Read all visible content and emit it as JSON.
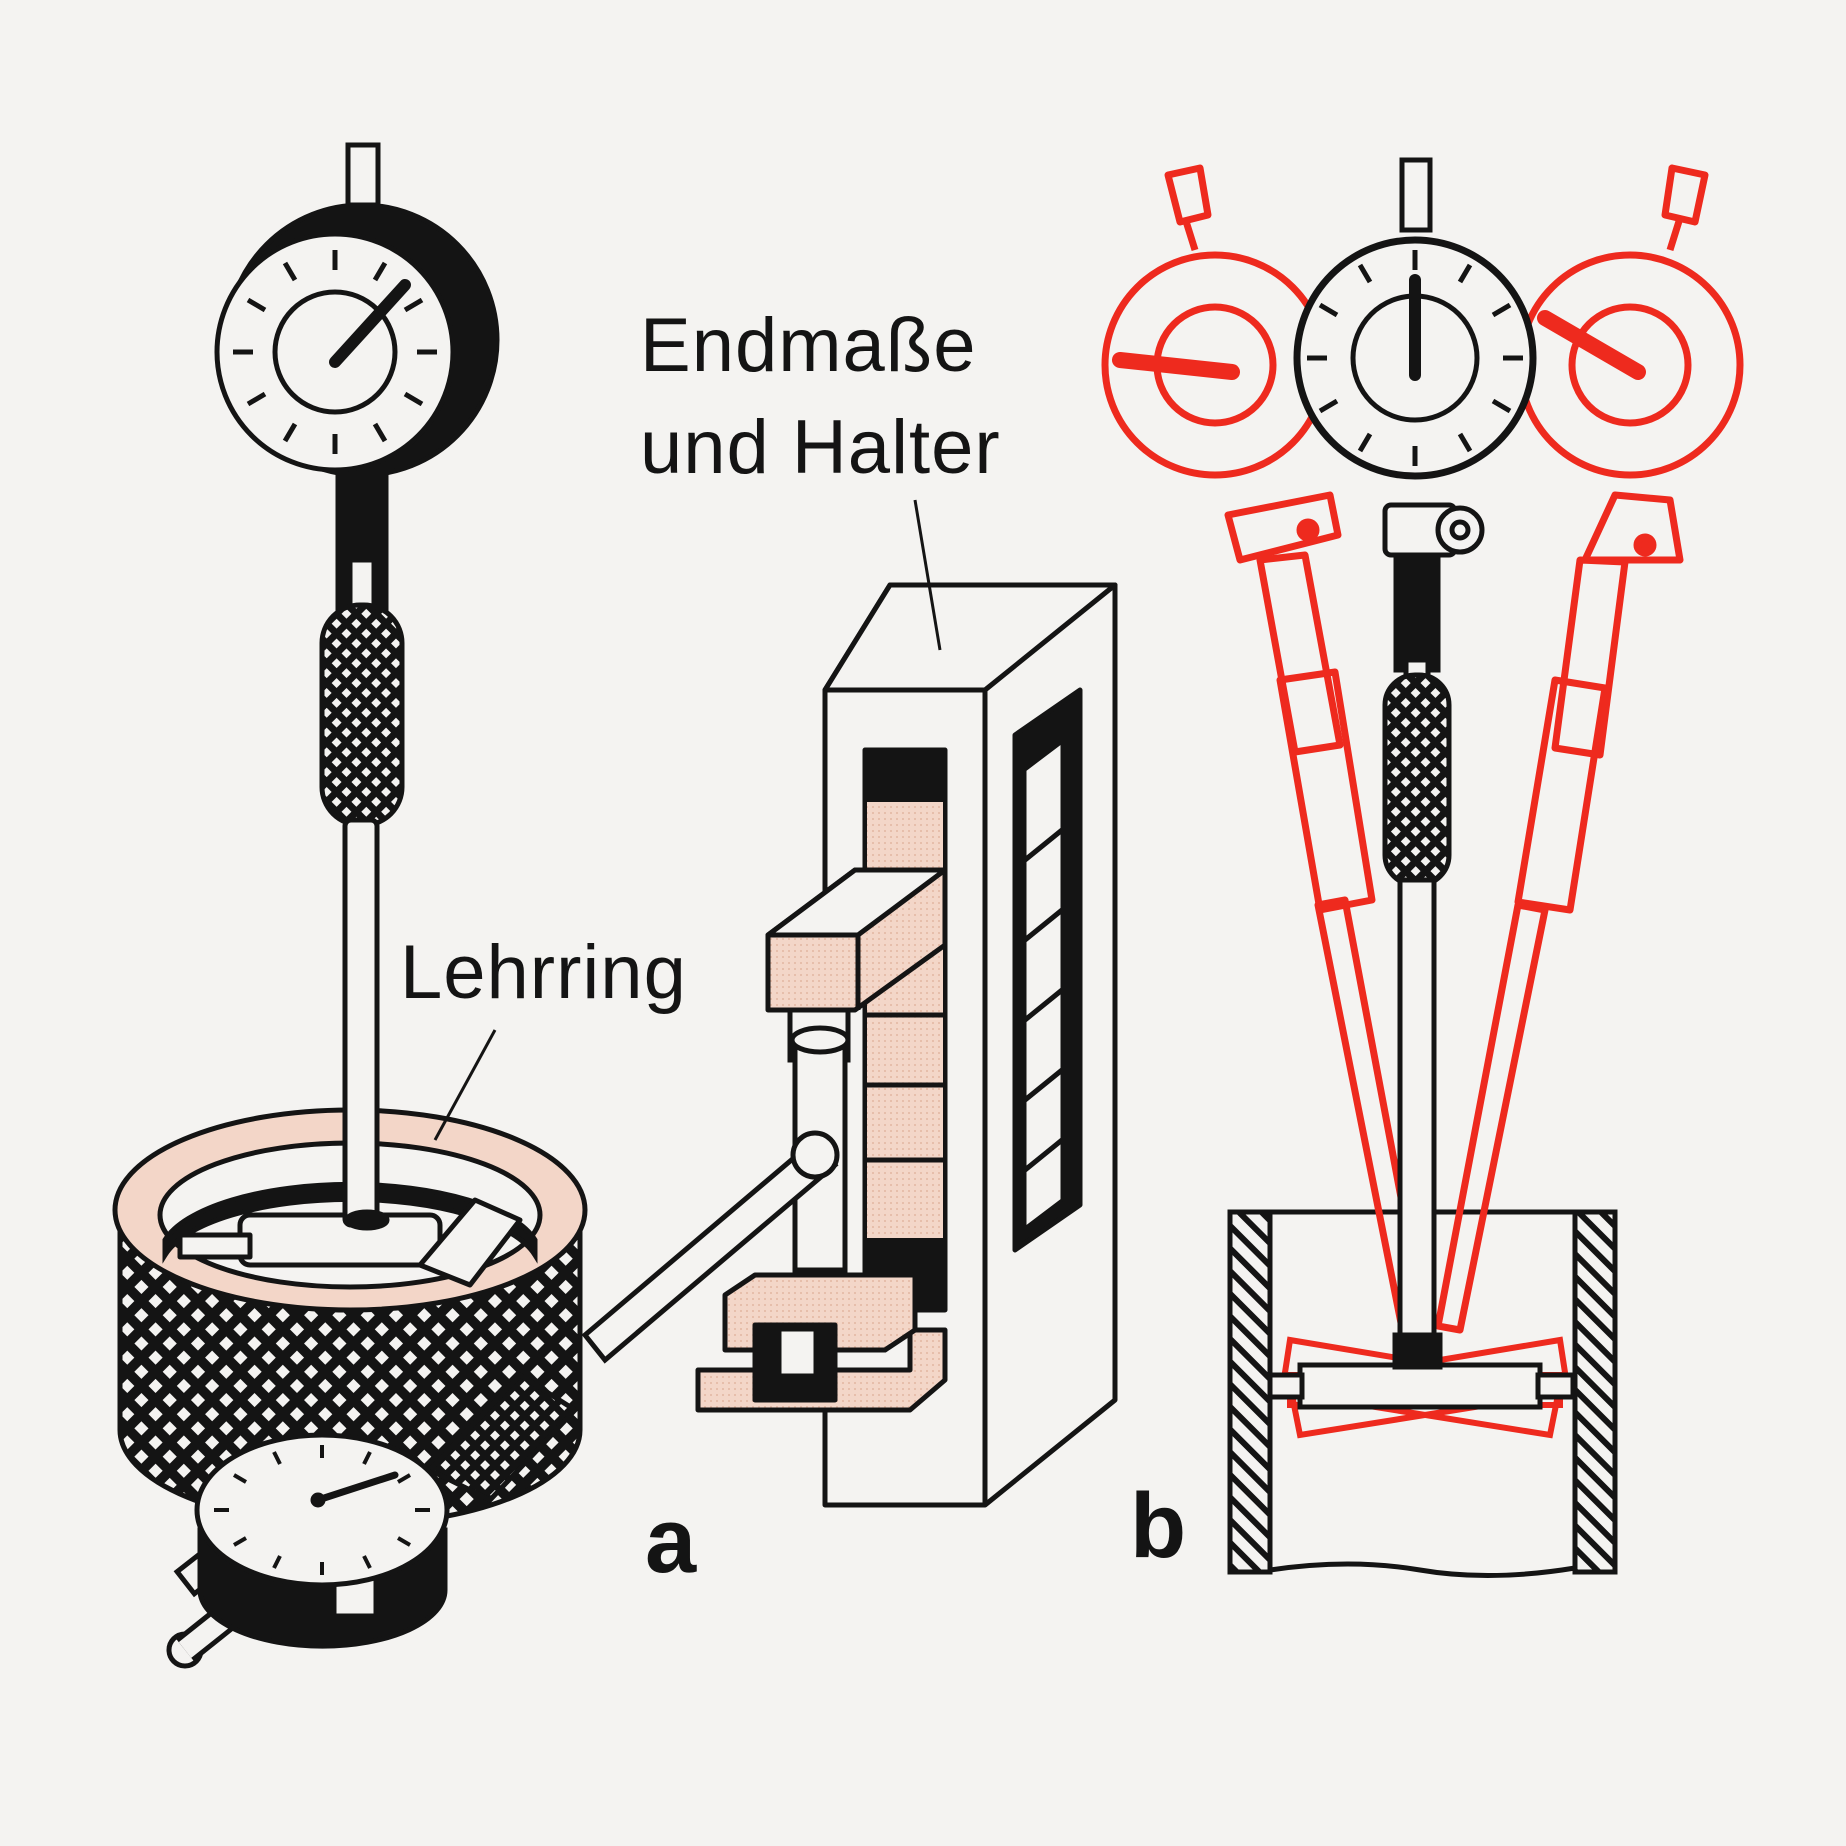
{
  "labels": {
    "endmasse_line1": "Endmaße",
    "endmasse_line2": "und Halter",
    "lehrring": "Lehrring",
    "part_a": "a",
    "part_b": "b"
  },
  "colors": {
    "ink": "#141414",
    "accent_red": "#ee2a1e",
    "paper": "#f4f3f1",
    "tint": "#f3d6c8"
  }
}
